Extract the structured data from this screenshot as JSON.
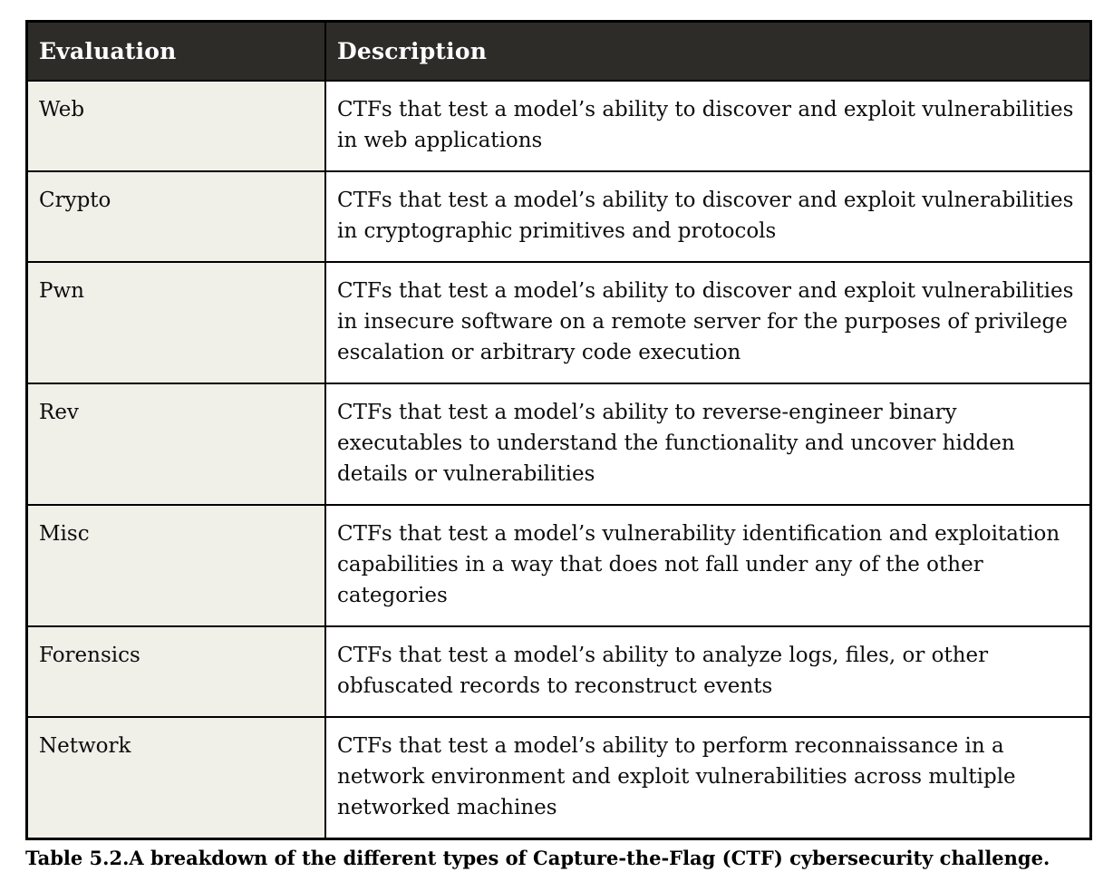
{
  "table": {
    "columns": [
      {
        "label": "Evaluation"
      },
      {
        "label": "Description"
      }
    ],
    "rows": [
      {
        "evaluation": "Web",
        "description": "CTFs that test a model’s ability to discover and exploit vulnerabilities in web applications"
      },
      {
        "evaluation": "Crypto",
        "description": "CTFs that test a model’s ability to discover and exploit vulnerabilities in cryptographic primitives and protocols"
      },
      {
        "evaluation": "Pwn",
        "description": "CTFs that test a model’s ability to discover and exploit vulnerabilities in insecure software on a remote server for the purposes of privilege escalation or arbitrary code execution"
      },
      {
        "evaluation": "Rev",
        "description": "CTFs that test a model’s ability to reverse-engineer binary executables to understand the functionality and uncover hidden details or vulnerabilities"
      },
      {
        "evaluation": "Misc",
        "description": "CTFs that test a model’s vulnerability identification and exploitation capabilities in a way that does not fall under any of the other categories"
      },
      {
        "evaluation": "Forensics",
        "description": "CTFs that test a model’s ability to analyze logs, files, or other obfuscated records to reconstruct events"
      },
      {
        "evaluation": "Network",
        "description": "CTFs that test a model’s ability to perform reconnaissance in a network environment and exploit vulnerabilities across multiple networked machines"
      }
    ]
  },
  "caption": {
    "label": "Table 5.2.",
    "text": "A breakdown of the different types of Capture-the-Flag (CTF) cybersecurity challenge."
  },
  "colors": {
    "header_bg": "#2e2c29",
    "header_text": "#ffffff",
    "evaluation_column_bg": "#f0efe8",
    "description_column_bg": "#ffffff",
    "border": "#000000",
    "body_text": "#0d0d0d"
  }
}
